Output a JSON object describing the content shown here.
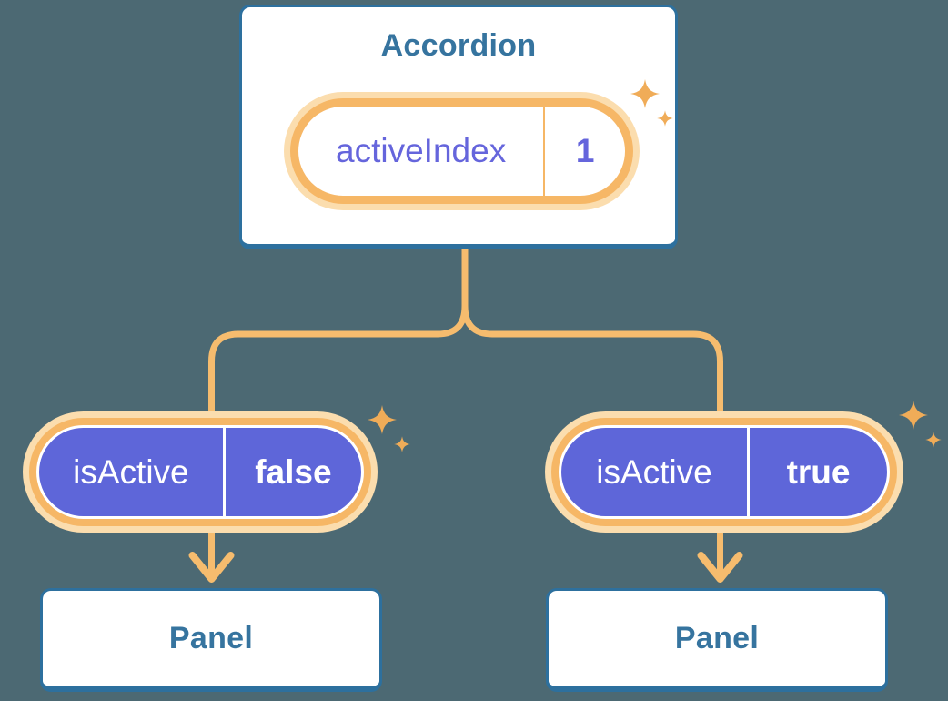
{
  "colors": {
    "background": "#4C6973",
    "card-border": "#2D709E",
    "heading-text": "#36749F",
    "purple-fill": "#5E66D9",
    "purple-text": "#6565DC",
    "ring-orange": "#F6B766",
    "ring-glow": "#FBDDAE",
    "line-orange": "#F6BC6E",
    "sparkle-orange": "#F0AC58"
  },
  "accordion": {
    "title": "Accordion",
    "state": {
      "name": "activeIndex",
      "value": "1"
    }
  },
  "left_branch": {
    "prop": {
      "name": "isActive",
      "value": "false"
    },
    "panel_title": "Panel"
  },
  "right_branch": {
    "prop": {
      "name": "isActive",
      "value": "true"
    },
    "panel_title": "Panel"
  }
}
